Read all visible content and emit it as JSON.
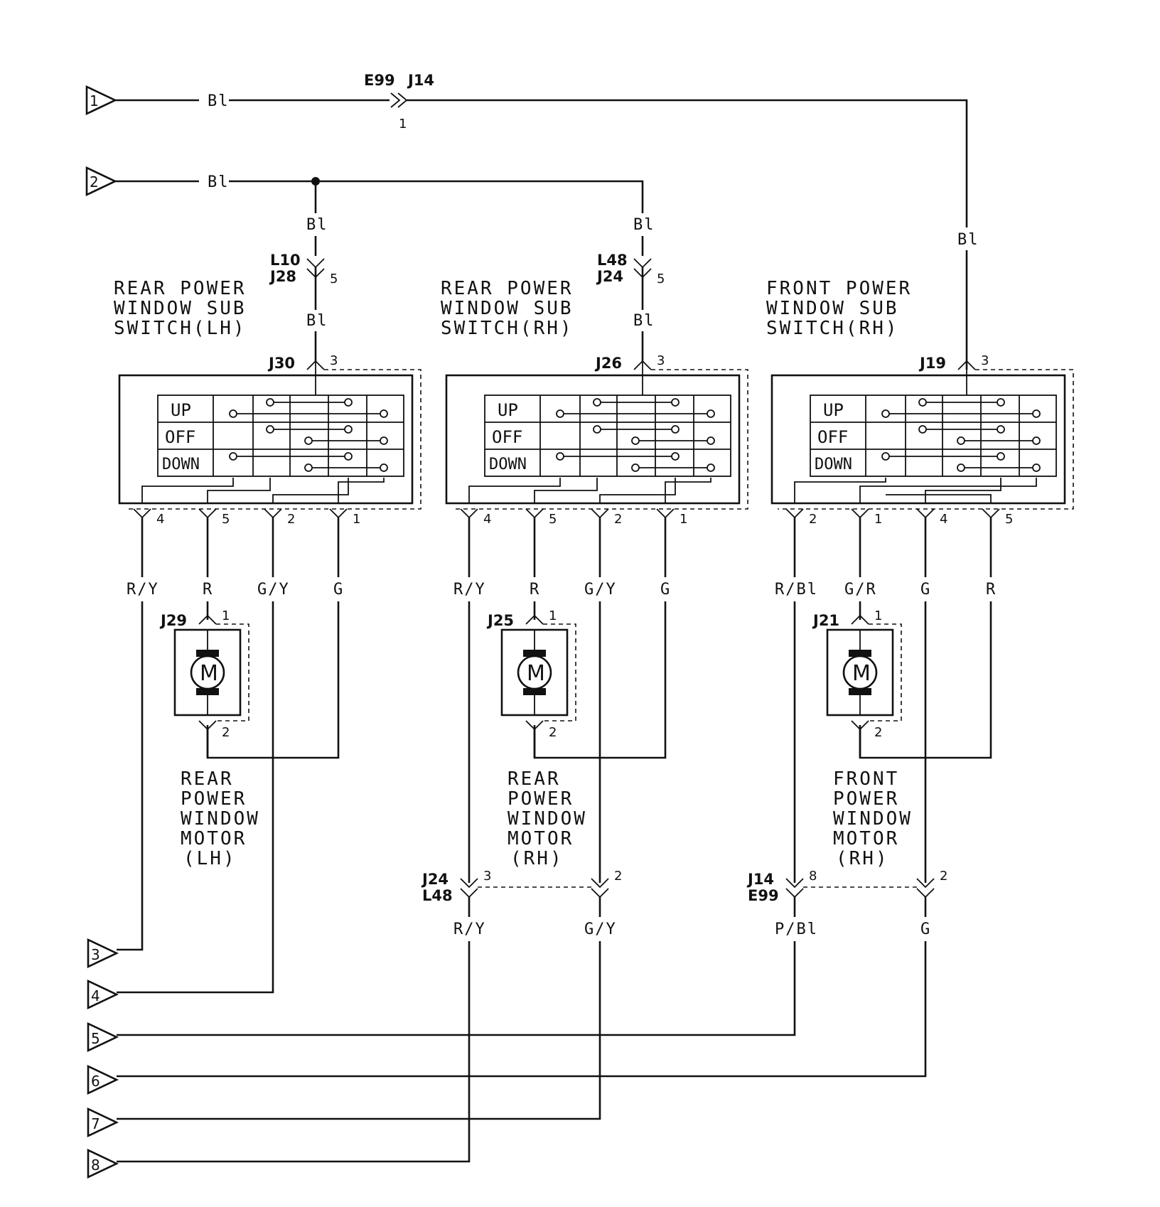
{
  "terminals": [
    "1",
    "2",
    "3",
    "4",
    "5",
    "6",
    "7",
    "8"
  ],
  "wires": {
    "bl": "Bl",
    "ry": "R/Y",
    "r": "R",
    "gy": "G/Y",
    "g": "G",
    "rbl": "R/Bl",
    "gr": "G/R",
    "pbl": "P/Bl"
  },
  "connectors": {
    "top": {
      "a": "E99",
      "b": "J14",
      "pin": "1"
    },
    "lh_inline": {
      "a": "L10",
      "b": "J28",
      "pin": "5"
    },
    "rh_inline": {
      "a": "L48",
      "b": "J24",
      "pin": "5"
    },
    "bottom_rh": {
      "a": "J24",
      "b": "L48",
      "pin_a": "3",
      "pin_b": "2"
    },
    "bottom_front": {
      "a": "J14",
      "b": "E99",
      "pin_a": "8",
      "pin_b": "2"
    }
  },
  "switches": [
    {
      "title": [
        "REAR POWER",
        "WINDOW SUB",
        "SWITCH(LH)"
      ],
      "connector": "J30",
      "top_pin": "3",
      "bottom_pins": [
        "4",
        "5",
        "2",
        "1"
      ]
    },
    {
      "title": [
        "REAR POWER",
        "WINDOW SUB",
        "SWITCH(RH)"
      ],
      "connector": "J26",
      "top_pin": "3",
      "bottom_pins": [
        "4",
        "5",
        "2",
        "1"
      ]
    },
    {
      "title": [
        "FRONT POWER",
        "WINDOW SUB",
        "SWITCH(RH)"
      ],
      "connector": "J19",
      "top_pin": "3",
      "bottom_pins": [
        "2",
        "1",
        "4",
        "5"
      ]
    }
  ],
  "positions": [
    "UP",
    "OFF",
    "DOWN"
  ],
  "motors": [
    {
      "title": [
        "REAR",
        "POWER",
        "WINDOW",
        "MOTOR",
        "(LH)"
      ],
      "connector": "J29",
      "pin_top": "1",
      "pin_bottom": "2",
      "symbol": "M"
    },
    {
      "title": [
        "REAR",
        "POWER",
        "WINDOW",
        "MOTOR",
        "(RH)"
      ],
      "connector": "J25",
      "pin_top": "1",
      "pin_bottom": "2",
      "symbol": "M"
    },
    {
      "title": [
        "FRONT",
        "POWER",
        "WINDOW",
        "MOTOR",
        "(RH)"
      ],
      "connector": "J21",
      "pin_top": "1",
      "pin_bottom": "2",
      "symbol": "M"
    }
  ]
}
